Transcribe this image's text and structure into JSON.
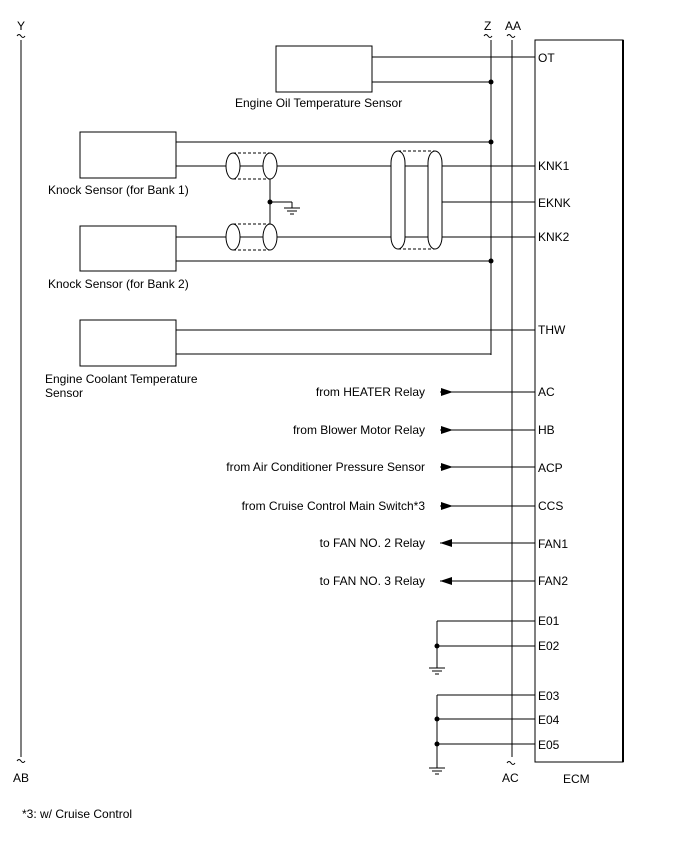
{
  "connectors": {
    "left_top": "Y",
    "left_bottom": "AB",
    "z": "Z",
    "aa": "AA",
    "ac_bottom": "AC"
  },
  "ecm_label": "ECM",
  "components": {
    "oil_temp": "Engine Oil Temperature Sensor",
    "knock1": "Knock Sensor (for Bank 1)",
    "knock2": "Knock Sensor (for Bank 2)",
    "coolant_line1": "Engine Coolant Temperature",
    "coolant_line2": "Sensor"
  },
  "pins": {
    "ot": "OT",
    "knk1": "KNK1",
    "eknk": "EKNK",
    "knk2": "KNK2",
    "thw": "THW",
    "ac": "AC",
    "hb": "HB",
    "acp": "ACP",
    "ccs": "CCS",
    "fan1": "FAN1",
    "fan2": "FAN2",
    "e01": "E01",
    "e02": "E02",
    "e03": "E03",
    "e04": "E04",
    "e05": "E05"
  },
  "signals": {
    "heater": "from HEATER Relay",
    "blower": "from Blower Motor Relay",
    "acp": "from Air Conditioner Pressure Sensor",
    "cruise": "from Cruise Control Main Switch*3",
    "fan2": "to FAN NO. 2 Relay",
    "fan3": "to FAN NO. 3 Relay"
  },
  "footnote": "*3: w/ Cruise Control"
}
